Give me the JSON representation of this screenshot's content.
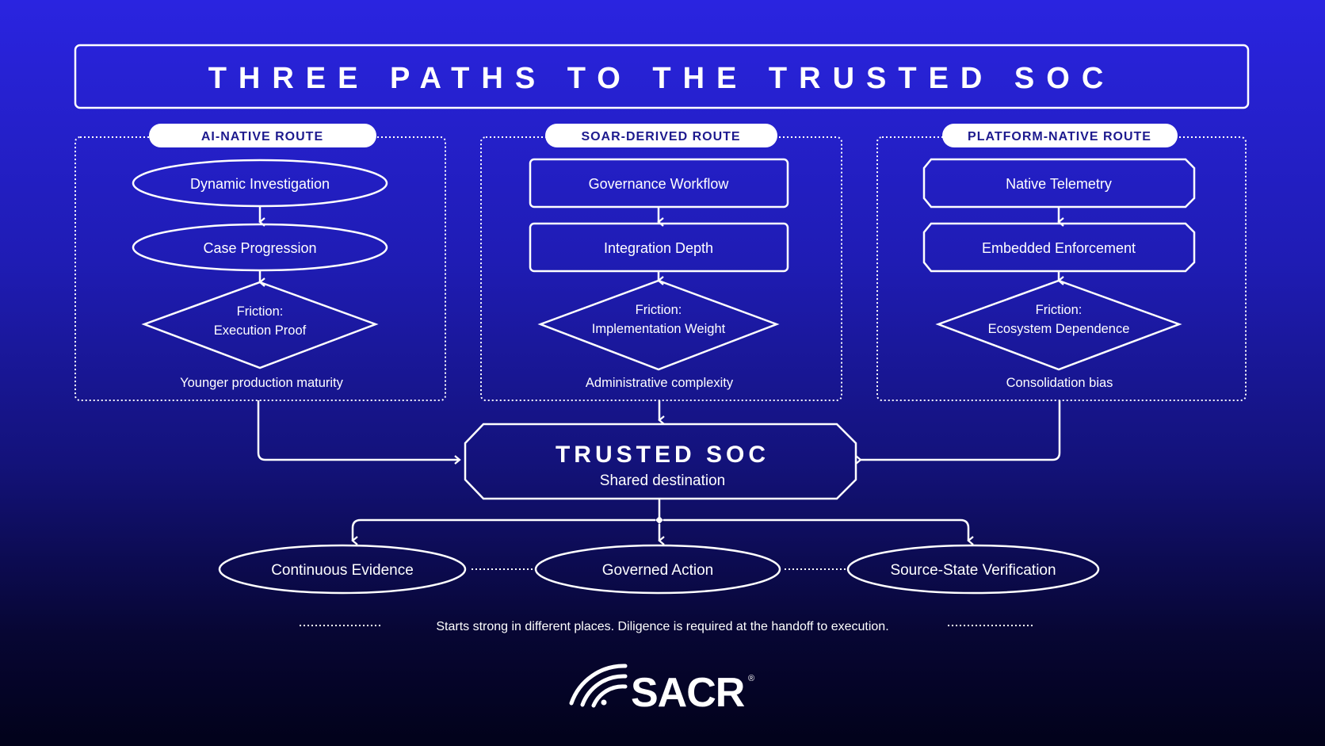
{
  "title": "THREE PATHS TO THE TRUSTED SOC",
  "routes": [
    {
      "label": "AI-NATIVE ROUTE",
      "steps": [
        "Dynamic Investigation",
        "Case Progression"
      ],
      "friction": [
        "Friction:",
        "Execution Proof"
      ],
      "note": "Younger production maturity"
    },
    {
      "label": "SOAR-DERIVED ROUTE",
      "steps": [
        "Governance Workflow",
        "Integration Depth"
      ],
      "friction": [
        "Friction:",
        "Implementation Weight"
      ],
      "note": "Administrative complexity"
    },
    {
      "label": "PLATFORM-NATIVE ROUTE",
      "steps": [
        "Native Telemetry",
        "Embedded Enforcement"
      ],
      "friction": [
        "Friction:",
        "Ecosystem Dependence"
      ],
      "note": "Consolidation bias"
    }
  ],
  "destination": {
    "title": "TRUSTED SOC",
    "subtitle": "Shared destination"
  },
  "outcomes": [
    "Continuous Evidence",
    "Governed Action",
    "Source-State Verification"
  ],
  "footer": "Starts strong in different places. Diligence is required at the handoff to execution.",
  "logo": {
    "text": "SACR",
    "mark": "®",
    "icon": "wifi-signal-icon"
  },
  "colors": {
    "bg_top": "#2a24e0",
    "bg_bottom": "#02021a",
    "pill_text": "#1d1a8e",
    "stroke": "#ffffff"
  }
}
